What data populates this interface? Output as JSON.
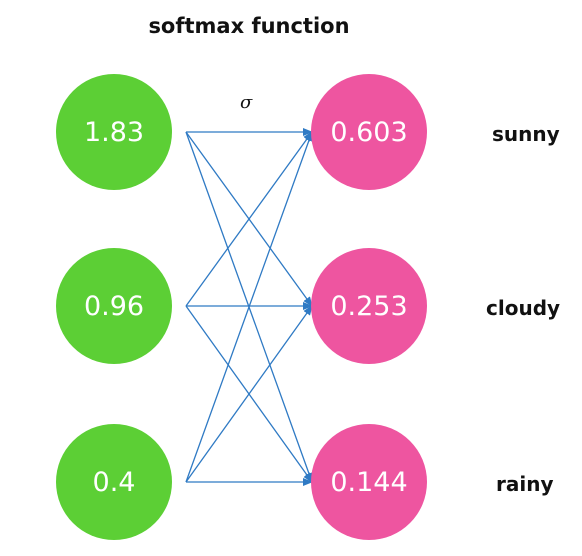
{
  "title": "softmax function",
  "edge_label": "σ",
  "inputs": [
    "1.83",
    "0.96",
    "0.4"
  ],
  "outputs": [
    "0.603",
    "0.253",
    "0.144"
  ],
  "classes": [
    "sunny",
    "cloudy",
    "rainy"
  ],
  "colors": {
    "input_node": "#5ccf35",
    "output_node": "#ee55a0",
    "edge": "#2f7ac4"
  }
}
